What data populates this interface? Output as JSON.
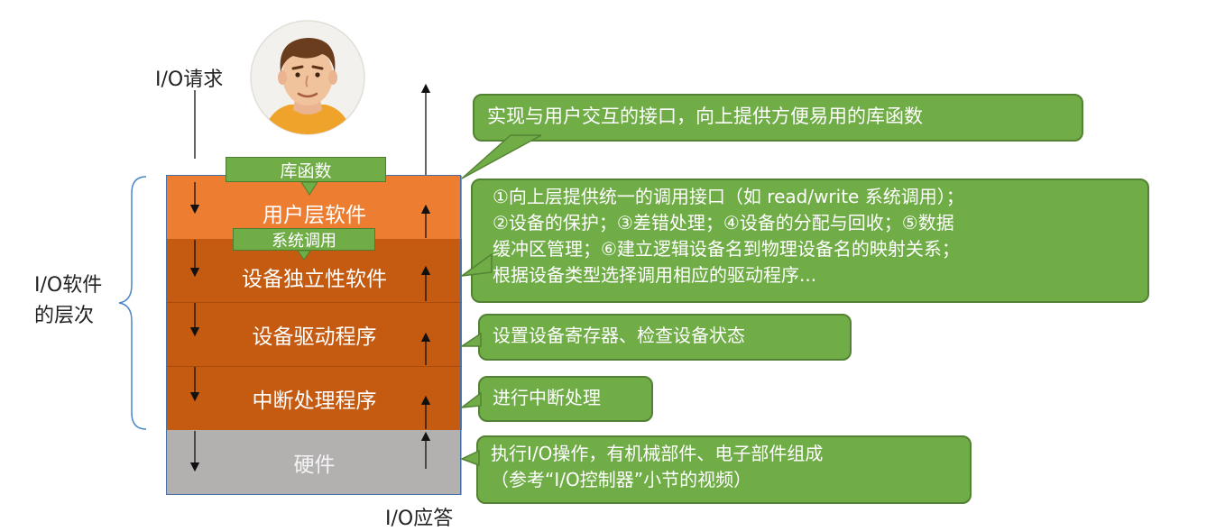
{
  "request_label": "I/O请求",
  "response_label": "I/O应答",
  "side_label": [
    "I/O软件",
    "的层次"
  ],
  "layers": {
    "user": "用户层软件",
    "independent": "设备独立性软件",
    "driver": "设备驱动程序",
    "interrupt": "中断处理程序",
    "hardware": "硬件"
  },
  "tags": {
    "library": "库函数",
    "syscall": "系统调用"
  },
  "notes": {
    "user": "实现与用户交互的接口，向上提供方便易用的库函数",
    "independent": [
      "①向上层提供统一的调用接口（如 read/write 系统调用）；",
      "②设备的保护；③差错处理；④设备的分配与回收；⑤数据",
      "缓冲区管理；⑥建立逻辑设备名到物理设备名的映射关系；",
      "根据设备类型选择调用相应的驱动程序..."
    ],
    "driver": "设置设备寄存器、检查设备状态",
    "interrupt": "进行中断处理",
    "hardware": [
      "执行I/O操作，有机械部件、电子部件组成",
      "（参考“I/O控制器”小节的视频）"
    ]
  },
  "colors": {
    "user_layer": "#ed7d31",
    "kernel_layers": "#c55a11",
    "hardware_layer": "#b3b0b0",
    "note_fill": "#70ad47",
    "note_border": "#548235"
  }
}
